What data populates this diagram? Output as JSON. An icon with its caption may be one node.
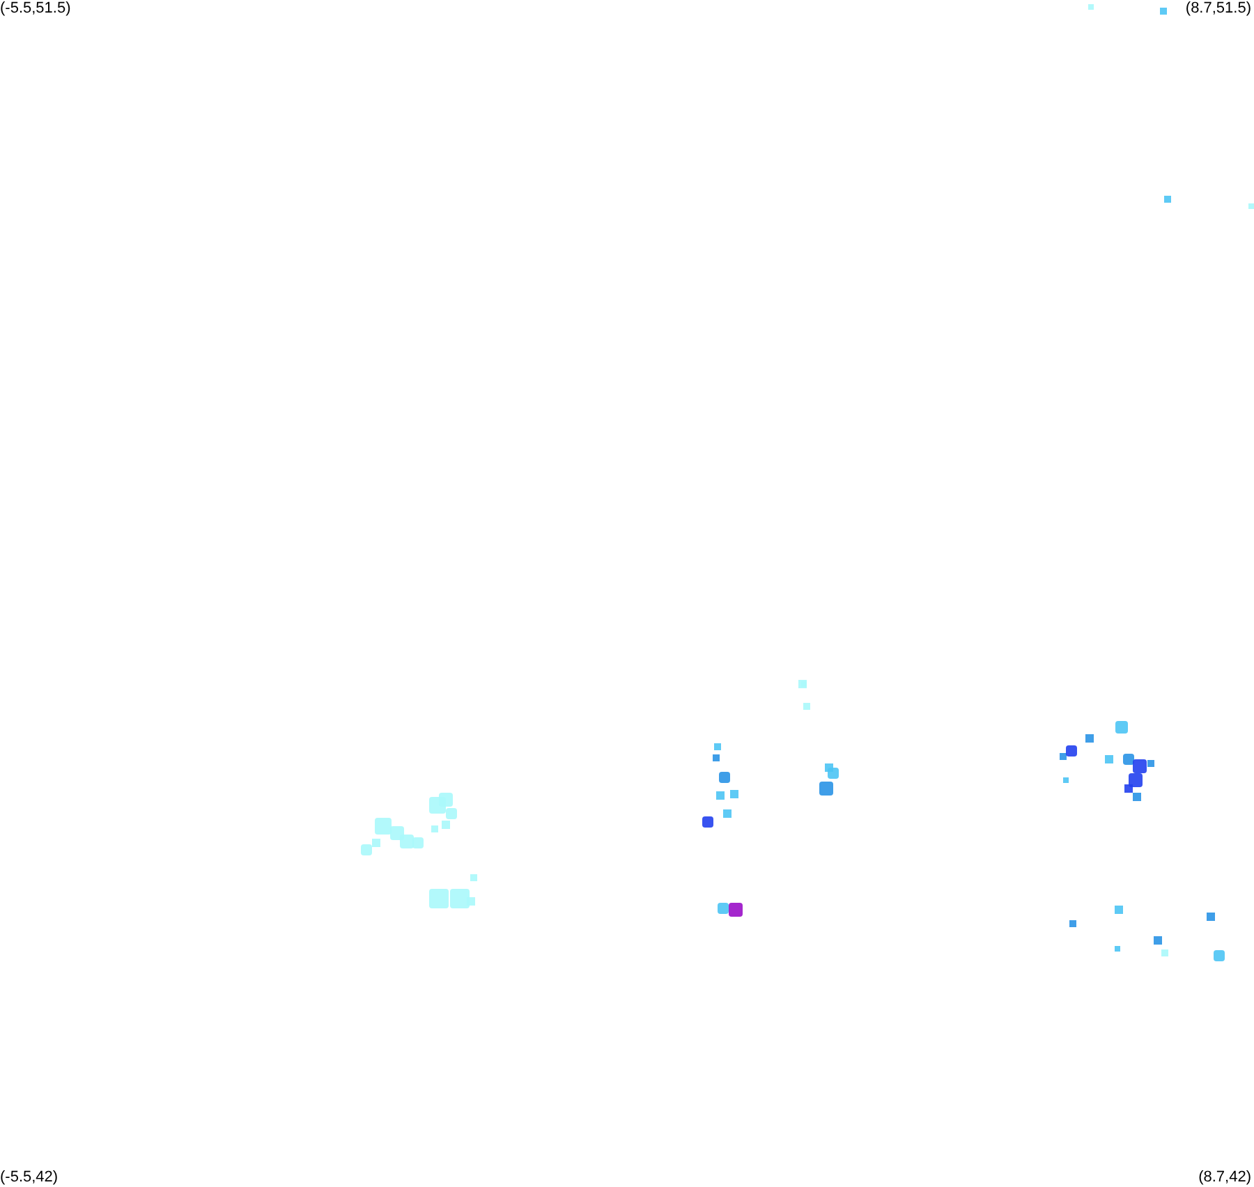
{
  "diagram": {
    "labels": [
      "(-5.5,51.5)",
      "(8.7,51.5)",
      "(-5.5,42)",
      "(8.7,42)"
    ]
  }
}
